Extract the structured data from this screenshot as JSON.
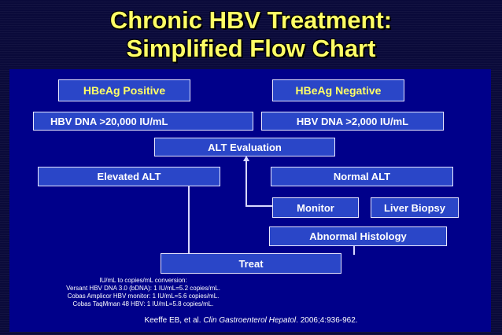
{
  "title": {
    "line1": "Chronic HBV Treatment:",
    "line2": "Simplified Flow Chart"
  },
  "flow": {
    "hbeag_positive": "HBeAg Positive",
    "hbeag_negative": "HBeAg Negative",
    "dna_positive": "HBV DNA >20,000 IU/mL",
    "dna_negative": "HBV DNA >2,000 IU/mL",
    "alt_evaluation": "ALT Evaluation",
    "elevated_alt": "Elevated ALT",
    "normal_alt": "Normal ALT",
    "monitor": "Monitor",
    "liver_biopsy": "Liver Biopsy",
    "abnormal_histology": "Abnormal Histology",
    "treat": "Treat"
  },
  "conversion_note": {
    "line1": "IU/mL to copies/mL conversion:",
    "line2": "Versant HBV DNA 3.0 (bDNA): 1 IU/mL=5.2 copies/mL.",
    "line3": "Cobas Amplicor HBV monitor: 1 IU/mL=5.6 copies/mL.",
    "line4": "Cobas TaqMman 48 HBV: 1 IU/mL=5.8 copies/mL."
  },
  "citation": {
    "authors": "Keeffe EB, et al. ",
    "journal": "Clin Gastroenterol Hepatol",
    "details": ". 2006;4:936-962."
  }
}
